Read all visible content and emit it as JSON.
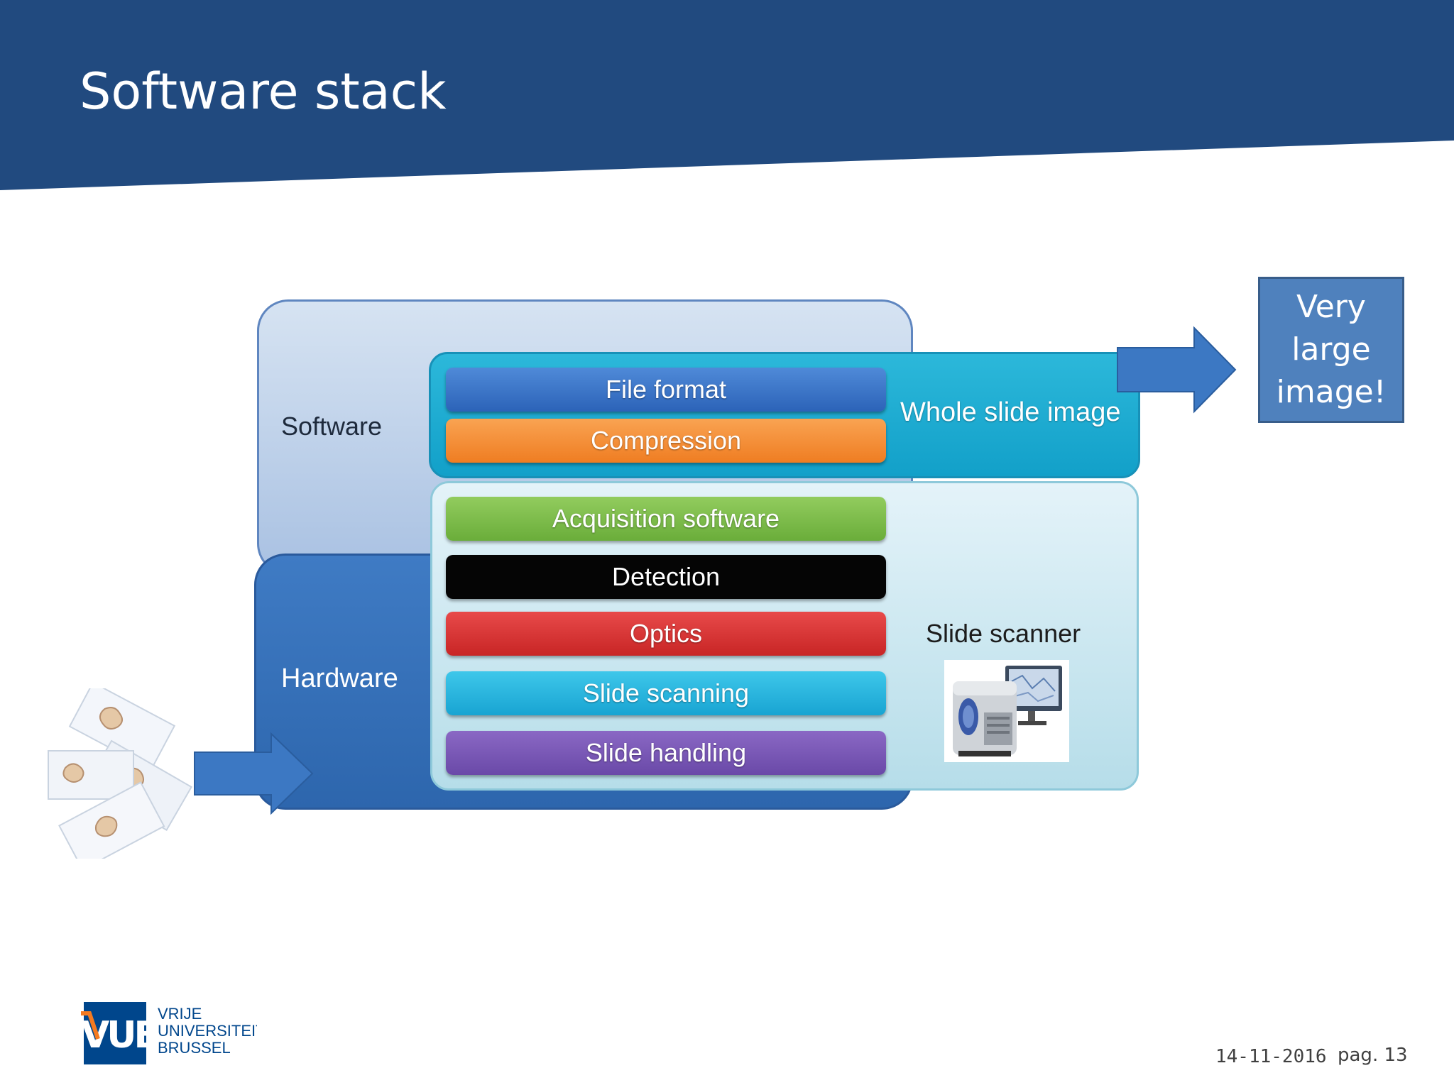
{
  "slide": {
    "title": "Software stack",
    "date": "14-11-2016",
    "page": "pag. 13"
  },
  "diagram": {
    "software_label": "Software",
    "hardware_label": "Hardware",
    "whole_slide_label": "Whole slide image",
    "slide_scanner_label": "Slide scanner",
    "layers": [
      {
        "label": "File format",
        "color": "#3a72c8"
      },
      {
        "label": "Compression",
        "color": "#f28a2e"
      },
      {
        "label": "Acquisition software",
        "color": "#7aba48"
      },
      {
        "label": "Detection",
        "color": "#050505"
      },
      {
        "label": "Optics",
        "color": "#d63333"
      },
      {
        "label": "Slide scanning",
        "color": "#24b0dd"
      },
      {
        "label": "Slide handling",
        "color": "#7656b4"
      }
    ],
    "output_box": [
      "Very",
      "large",
      "image!"
    ]
  },
  "logo": {
    "mark": "VUB",
    "line1": "VRIJE",
    "line2": "UNIVERSITEIT",
    "line3": "BRUSSEL"
  },
  "colors": {
    "header": "#214a7f",
    "accent_blue": "#4f81bd",
    "logo_blue": "#00468c"
  }
}
